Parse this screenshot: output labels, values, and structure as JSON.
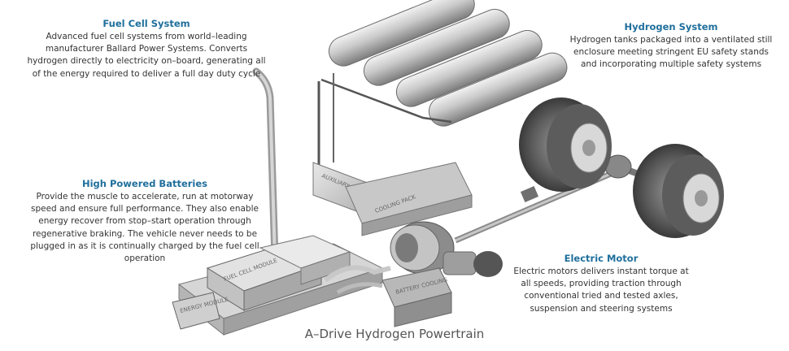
{
  "annotations": {
    "fuel_cell": {
      "title": "Fuel Cell System",
      "body": "Advanced fuel cell systems from world–leading manufacturer Ballard Power Systems. Converts hydrogen directly to electricity on–board, generating all of the energy required to deliver a full day duty cycle"
    },
    "hydrogen": {
      "title": "Hydrogen System",
      "body": "Hydrogen tanks packaged into a ventilated still enclosure meeting stringent EU safety stands and incorporating multiple safety systems"
    },
    "batteries": {
      "title": "High Powered Batteries",
      "body": "Provide the muscle to accelerate, run at motorway speed and ensure full performance. They also enable energy recover from stop–start operation through regenerative braking. The vehicle never needs to be plugged in as it is continually charged by the fuel cell operation"
    },
    "motor": {
      "title": "Electric Motor",
      "body": "Electric motors delivers instant torque at all speeds, providing traction through conventional tried and tested axles, suspension and steering systems"
    }
  },
  "part_labels": {
    "auxiliary_power": "AUXILIARY POWER SUPPLY",
    "cooling_pack": "COOLING PACK",
    "fuel_cell_module": "FUEL CELL MODULE",
    "battery_cooling": "BATTERY COOLING",
    "energy_module": "ENERGY MODULE"
  },
  "caption": "A–Drive Hydrogen Powertrain"
}
